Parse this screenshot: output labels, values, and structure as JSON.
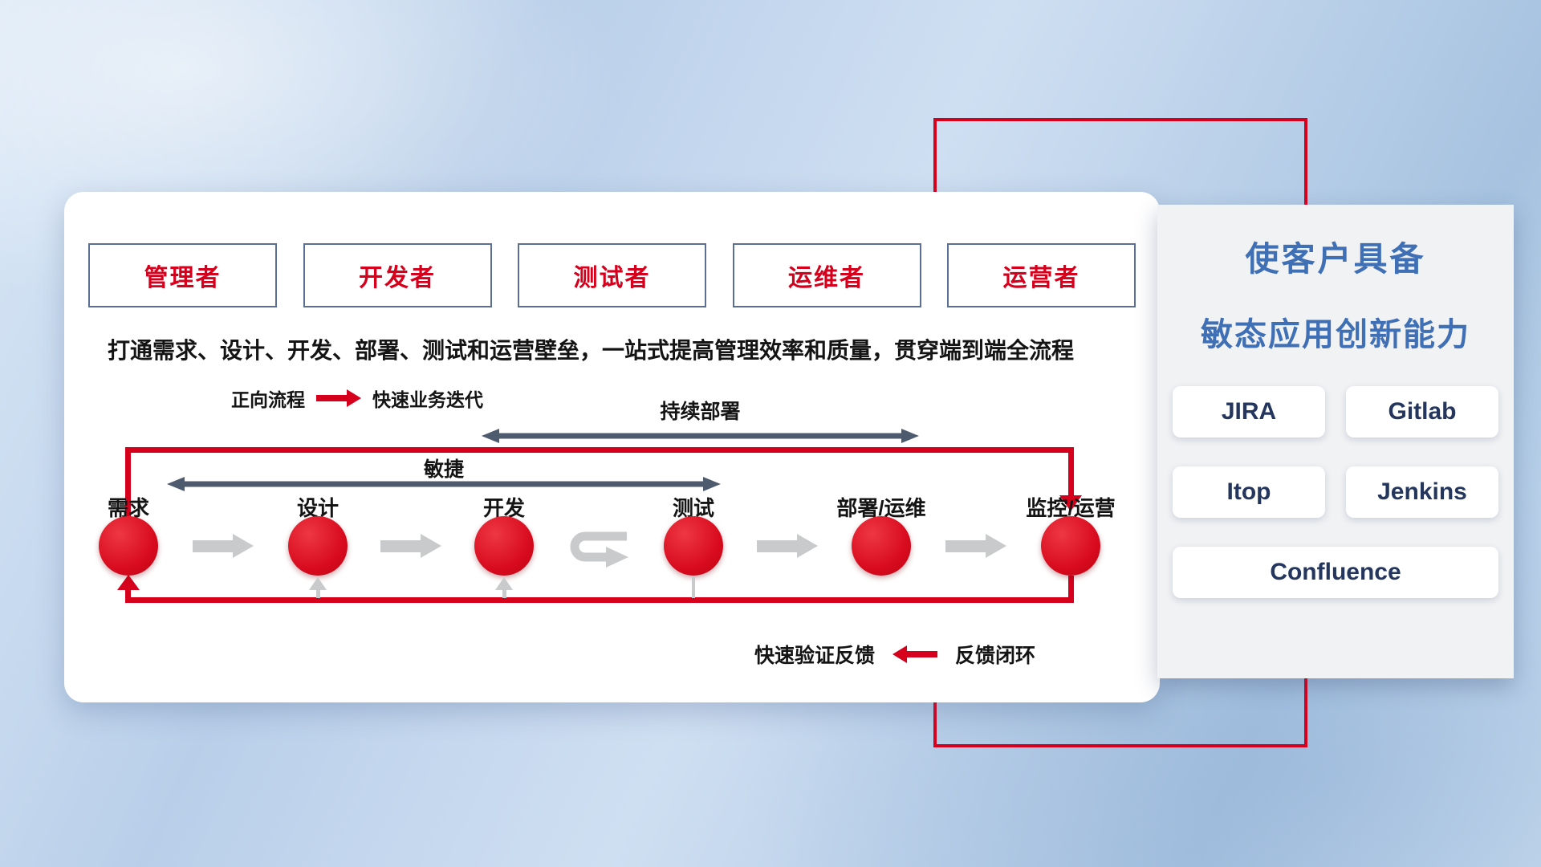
{
  "main_panel": {
    "roles": [
      {
        "label": "管理者"
      },
      {
        "label": "开发者"
      },
      {
        "label": "测试者"
      },
      {
        "label": "运维者"
      },
      {
        "label": "运营者"
      }
    ],
    "description": "打通需求、设计、开发、部署、测试和运营壁垒，一站式提高管理效率和质量，贯穿端到端全流程",
    "legend": {
      "forward_label": "正向流程",
      "forward_value": "快速业务迭代"
    },
    "span_arrows": {
      "continuous_deploy": "持续部署",
      "agile": "敏捷"
    },
    "steps": [
      {
        "label": "需求"
      },
      {
        "label": "设计"
      },
      {
        "label": "开发"
      },
      {
        "label": "测试"
      },
      {
        "label": "部署/运维"
      },
      {
        "label": "监控/运营"
      }
    ],
    "feedback": {
      "label": "快速验证反馈",
      "value": "反馈闭环"
    }
  },
  "side_panel": {
    "title_line1": "使客户具备",
    "title_line2": "敏态应用创新能力",
    "tools": [
      {
        "name": "JIRA"
      },
      {
        "name": "Gitlab"
      },
      {
        "name": "Itop"
      },
      {
        "name": "Jenkins"
      },
      {
        "name": "Confluence"
      }
    ]
  },
  "colors": {
    "red": "#d6001c",
    "title_blue": "#3f6fb5",
    "tool_navy": "#24365e",
    "dark_arrow": "#4e5a6e",
    "gray_arrow": "#c9cacc",
    "role_border": "#5b6e96"
  }
}
